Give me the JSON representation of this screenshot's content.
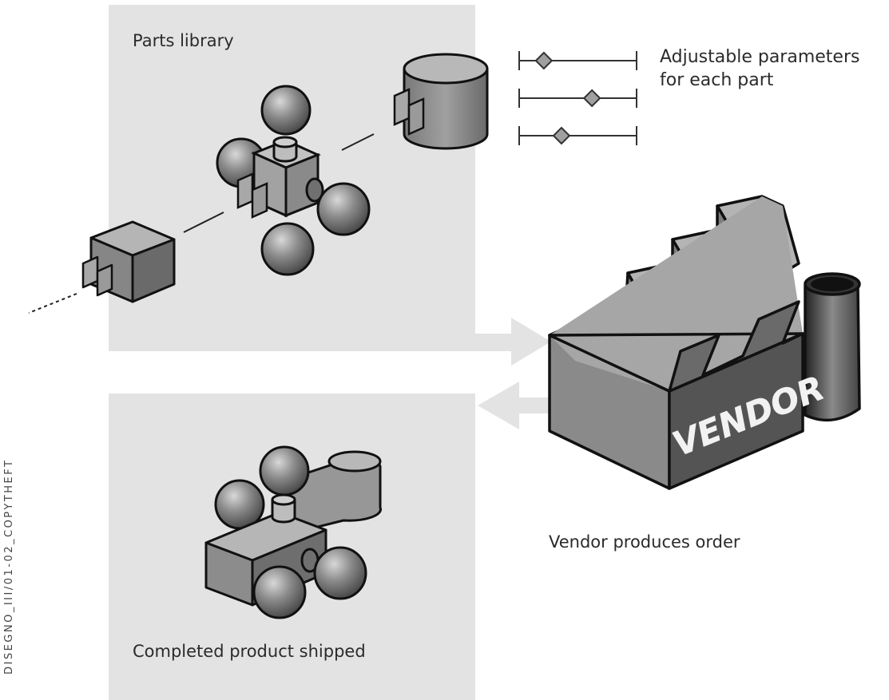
{
  "labels": {
    "parts_library": "Parts library",
    "params_line1": "Adjustable parameters",
    "params_line2": "for each part",
    "vendor_caption": "Vendor produces order",
    "completed": "Completed product shipped",
    "side_caption": "DISEGNO_III/01-02_COPYTHEFT"
  },
  "factory": {
    "sign": "VENDOR"
  },
  "parameters": [
    {
      "name": "parameter-1",
      "value": 0.21
    },
    {
      "name": "parameter-2",
      "value": 0.62
    },
    {
      "name": "parameter-3",
      "value": 0.36
    }
  ],
  "colors": {
    "panel": "#e3e3e3",
    "part_fill": "#8e8e8e",
    "outline": "#111111",
    "arrow": "#e3e3e3"
  }
}
